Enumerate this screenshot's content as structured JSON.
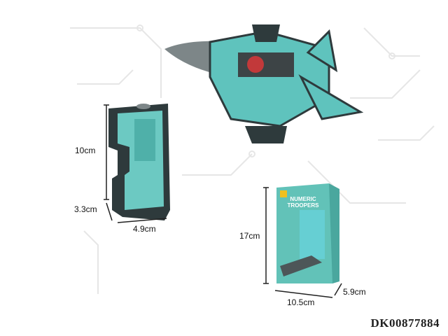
{
  "dimensions": {
    "robot_height": "10cm",
    "robot_depth": "3.3cm",
    "robot_width": "4.9cm",
    "box_height": "17cm",
    "box_width": "10.5cm",
    "box_depth": "5.9cm"
  },
  "box": {
    "brand_title_line1": "NUMERIC",
    "brand_title_line2": "TROOPERS"
  },
  "product_code": "DK00877884",
  "colors": {
    "teal": "#5fc3bd",
    "dark": "#2e3a3c",
    "gray": "#7d8688"
  }
}
